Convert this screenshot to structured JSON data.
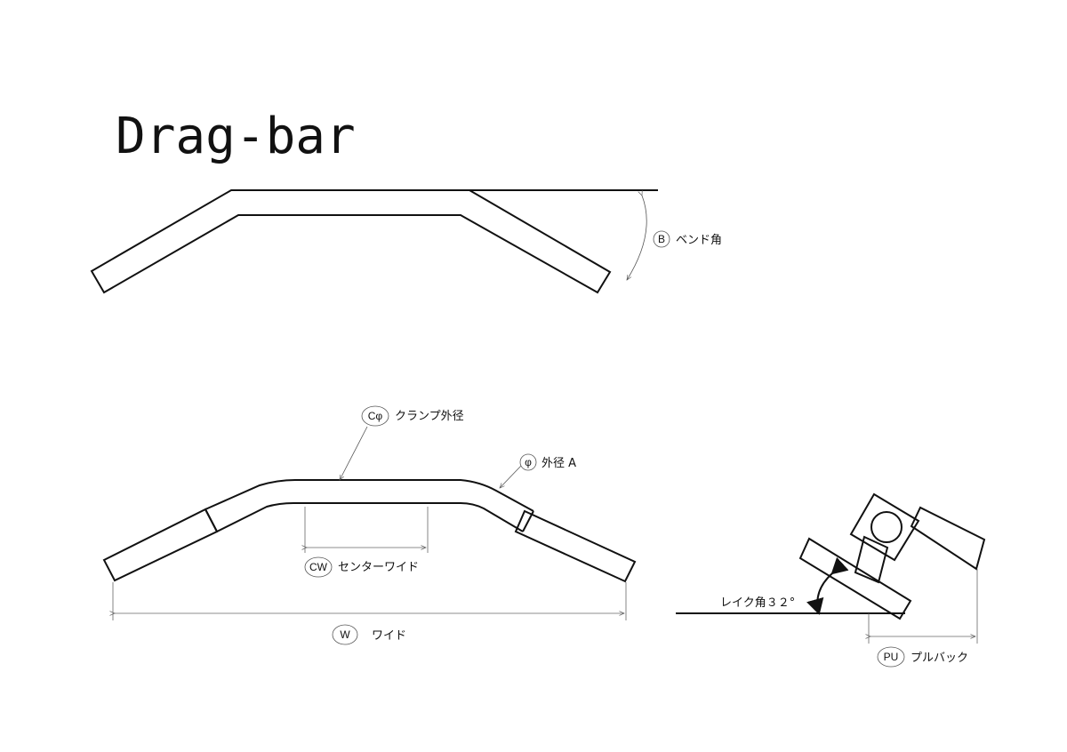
{
  "title": "Drag-bar",
  "labels": {
    "bend": {
      "tag": "B",
      "text": "ベンド角"
    },
    "clamp": {
      "tag": "Cφ",
      "text": "クランプ外径"
    },
    "outer": {
      "tag": "φ",
      "text": "外径 A"
    },
    "center_wide": {
      "tag": "CW",
      "text": "センターワイド"
    },
    "wide": {
      "tag": "W",
      "text": "ワイド"
    },
    "rake": {
      "text": "レイク角３２°"
    },
    "pullback": {
      "tag": "PU",
      "text": "プルバック"
    }
  }
}
